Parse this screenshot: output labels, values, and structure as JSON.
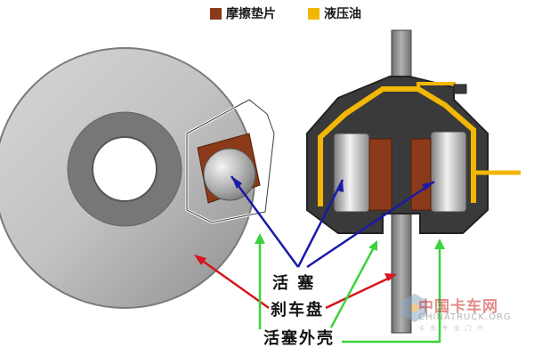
{
  "legend": {
    "pad": {
      "label": "摩擦垫片",
      "color": "#8b3a1a"
    },
    "fluid": {
      "label": "液压油",
      "color": "#f2b705"
    }
  },
  "callouts": {
    "piston": "活 塞",
    "brake_disc": "刹车盘",
    "piston_housing": "活塞外壳"
  },
  "arrow_colors": {
    "piston": "#1a1aa8",
    "brake_disc": "#d8141c",
    "piston_housing": "#3cd23c"
  },
  "watermark": {
    "name": "中国卡车网",
    "url": "CHINATRUCK.ORG",
    "slogan": "卡 车 专 业 门 户"
  }
}
